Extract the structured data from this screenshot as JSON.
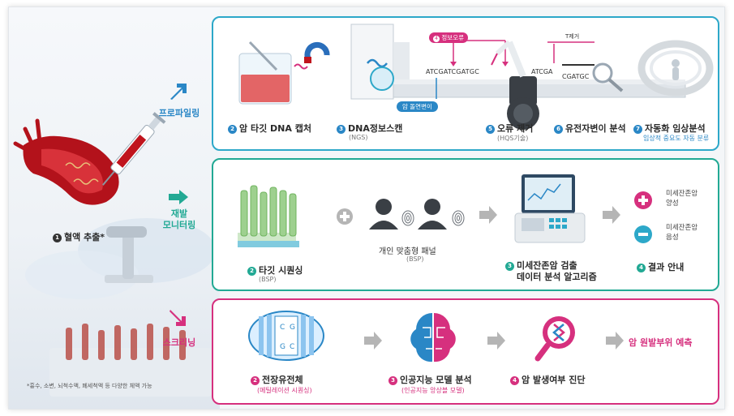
{
  "step1": {
    "num": "1",
    "label": "혈액 추출*"
  },
  "footnote": "*흉수, 소변, 뇌척수액, 폐세척액 등 다양한 체액 가능",
  "sections": {
    "profiling": "프로파일링",
    "monitoring_line1": "재발",
    "monitoring_line2": "모니터링",
    "screening": "스크리닝"
  },
  "profiling": {
    "step2": {
      "num": "2",
      "label": "암 타깃 DNA 캡처"
    },
    "step3": {
      "num": "3",
      "label": "DNA정보스캔",
      "sub": "(NGS)"
    },
    "step5": {
      "num": "5",
      "label": "오류 제거",
      "sub": "(HQS기술)"
    },
    "step6": {
      "num": "6",
      "label": "유전자변이 분석"
    },
    "step7": {
      "num": "7",
      "label": "자동화 임상분석",
      "sub": "임상적 중요도 자동 분류"
    },
    "error_tag": {
      "num": "4",
      "label": "정보오류"
    },
    "mutation_tag": "암 돌연변이",
    "seq1": "ATCGATCGATGC",
    "seq2": "ATCGA",
    "seq3": "CGATGC",
    "t_removed": "T제거"
  },
  "monitoring": {
    "step2": {
      "num": "2",
      "label": "타깃 시퀀싱",
      "sub": "(BSP)"
    },
    "panel_label": "개인 맞춤형 패널",
    "panel_sub": "(BSP)",
    "step3": {
      "num": "3",
      "line1": "미세잔존암 검출",
      "line2": "데이터 분석 알고리즘"
    },
    "positive_line1": "미세잔존암",
    "positive_line2": "양성",
    "negative_line1": "미세잔존암",
    "negative_line2": "음성",
    "step4": {
      "num": "4",
      "label": "결과 안내"
    }
  },
  "screening": {
    "step2": {
      "num": "2",
      "label": "전장유전체",
      "sub": "(메틸레이션 시퀀싱)"
    },
    "step3": {
      "num": "3",
      "label": "인공지능 모델 분석",
      "sub": "(인공지능 앙상블 모델)"
    },
    "step4": {
      "num": "4",
      "label": "암 발생여부 진단"
    },
    "result": "암 원발부위 예측"
  },
  "colors": {
    "blue": "#2a87c6",
    "teal": "#22a994",
    "pink": "#d6307e",
    "gray_arrow": "#b5b5b5"
  }
}
